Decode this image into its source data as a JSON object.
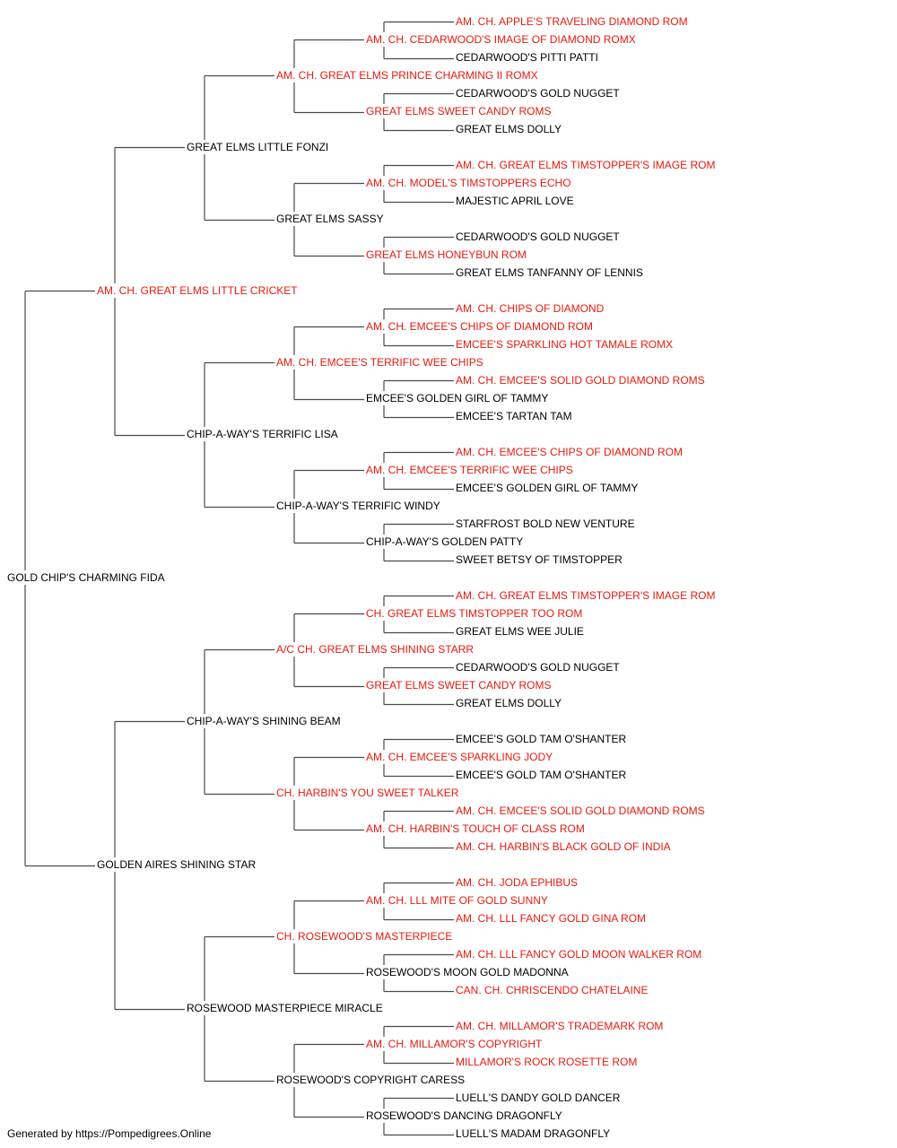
{
  "colors": {
    "champion": "#e8190e",
    "normal": "#000000",
    "line": "#4a4a4a"
  },
  "footer": "Generated by https://Pompedigrees.Online",
  "pedigree": {
    "name": "GOLD CHIP'S CHARMING FIDA",
    "champion": false,
    "sire": {
      "name": "AM. CH. GREAT ELMS LITTLE CRICKET",
      "champion": true,
      "sire": {
        "name": "GREAT ELMS LITTLE FONZI",
        "champion": false,
        "sire": {
          "name": "AM. CH. GREAT ELMS PRINCE CHARMING II ROMX",
          "champion": true,
          "sire": {
            "name": "AM. CH. CEDARWOOD'S IMAGE OF DIAMOND ROMX",
            "champion": true,
            "sire": {
              "name": "AM. CH. APPLE'S TRAVELING DIAMOND ROM",
              "champion": true
            },
            "dam": {
              "name": "CEDARWOOD'S PITTI PATTI",
              "champion": false
            }
          },
          "dam": {
            "name": "GREAT ELMS SWEET CANDY ROMS",
            "champion": true,
            "sire": {
              "name": "CEDARWOOD'S GOLD NUGGET",
              "champion": false
            },
            "dam": {
              "name": "GREAT ELMS DOLLY",
              "champion": false
            }
          }
        },
        "dam": {
          "name": "GREAT ELMS SASSY",
          "champion": false,
          "sire": {
            "name": "AM. CH. MODEL'S TIMSTOPPERS ECHO",
            "champion": true,
            "sire": {
              "name": "AM. CH. GREAT ELMS TIMSTOPPER'S IMAGE ROM",
              "champion": true
            },
            "dam": {
              "name": "MAJESTIC APRIL LOVE",
              "champion": false
            }
          },
          "dam": {
            "name": "GREAT ELMS HONEYBUN ROM",
            "champion": true,
            "sire": {
              "name": "CEDARWOOD'S GOLD NUGGET",
              "champion": false
            },
            "dam": {
              "name": "GREAT ELMS TANFANNY OF LENNIS",
              "champion": false
            }
          }
        }
      },
      "dam": {
        "name": "CHIP-A-WAY'S TERRIFIC LISA",
        "champion": false,
        "sire": {
          "name": "AM. CH. EMCEE'S TERRIFIC WEE CHIPS",
          "champion": true,
          "sire": {
            "name": "AM. CH. EMCEE'S CHIPS OF DIAMOND ROM",
            "champion": true,
            "sire": {
              "name": "AM. CH. CHIPS OF DIAMOND",
              "champion": true
            },
            "dam": {
              "name": "EMCEE'S SPARKLING HOT TAMALE ROMX",
              "champion": true
            }
          },
          "dam": {
            "name": "EMCEE'S GOLDEN GIRL OF TAMMY",
            "champion": false,
            "sire": {
              "name": "AM. CH. EMCEE'S SOLID GOLD DIAMOND ROMS",
              "champion": true
            },
            "dam": {
              "name": "EMCEE'S TARTAN TAM",
              "champion": false
            }
          }
        },
        "dam": {
          "name": "CHIP-A-WAY'S TERRIFIC WINDY",
          "champion": false,
          "sire": {
            "name": "AM. CH. EMCEE'S TERRIFIC WEE CHIPS",
            "champion": true,
            "sire": {
              "name": "AM. CH. EMCEE'S CHIPS OF DIAMOND ROM",
              "champion": true
            },
            "dam": {
              "name": "EMCEE'S GOLDEN GIRL OF TAMMY",
              "champion": false
            }
          },
          "dam": {
            "name": "CHIP-A-WAY'S GOLDEN PATTY",
            "champion": false,
            "sire": {
              "name": "STARFROST BOLD NEW VENTURE",
              "champion": false
            },
            "dam": {
              "name": "SWEET BETSY OF TIMSTOPPER",
              "champion": false
            }
          }
        }
      }
    },
    "dam": {
      "name": "GOLDEN AIRES SHINING STAR",
      "champion": false,
      "sire": {
        "name": "CHIP-A-WAY'S SHINING BEAM",
        "champion": false,
        "sire": {
          "name": "A/C CH. GREAT ELMS SHINING STARR",
          "champion": true,
          "sire": {
            "name": "CH. GREAT ELMS TIMSTOPPER TOO ROM",
            "champion": true,
            "sire": {
              "name": "AM. CH. GREAT ELMS TIMSTOPPER'S IMAGE ROM",
              "champion": true
            },
            "dam": {
              "name": "GREAT ELMS WEE JULIE",
              "champion": false
            }
          },
          "dam": {
            "name": "GREAT ELMS SWEET CANDY ROMS",
            "champion": true,
            "sire": {
              "name": "CEDARWOOD'S GOLD NUGGET",
              "champion": false
            },
            "dam": {
              "name": "GREAT ELMS DOLLY",
              "champion": false
            }
          }
        },
        "dam": {
          "name": "CH. HARBIN'S YOU SWEET TALKER",
          "champion": true,
          "sire": {
            "name": "AM. CH. EMCEE'S SPARKLING JODY",
            "champion": true,
            "sire": {
              "name": "EMCEE'S GOLD TAM O'SHANTER",
              "champion": false
            },
            "dam": {
              "name": "EMCEE'S GOLD TAM O'SHANTER",
              "champion": false
            }
          },
          "dam": {
            "name": "AM. CH. HARBIN'S TOUCH OF CLASS ROM",
            "champion": true,
            "sire": {
              "name": "AM. CH. EMCEE'S SOLID GOLD DIAMOND ROMS",
              "champion": true
            },
            "dam": {
              "name": "AM. CH. HARBIN'S BLACK GOLD OF INDIA",
              "champion": true
            }
          }
        }
      },
      "dam": {
        "name": "ROSEWOOD MASTERPIECE MIRACLE",
        "champion": false,
        "sire": {
          "name": "CH. ROSEWOOD'S MASTERPIECE",
          "champion": true,
          "sire": {
            "name": "AM. CH. LLL MITE OF GOLD SUNNY",
            "champion": true,
            "sire": {
              "name": "AM. CH. JODA EPHIBUS",
              "champion": true
            },
            "dam": {
              "name": "AM. CH. LLL FANCY GOLD GINA ROM",
              "champion": true
            }
          },
          "dam": {
            "name": "ROSEWOOD'S MOON GOLD MADONNA",
            "champion": false,
            "sire": {
              "name": "AM. CH. LLL FANCY GOLD MOON WALKER ROM",
              "champion": true
            },
            "dam": {
              "name": "CAN. CH. CHRISCENDO CHATELAINE",
              "champion": true
            }
          }
        },
        "dam": {
          "name": "ROSEWOOD'S COPYRIGHT CARESS",
          "champion": false,
          "sire": {
            "name": "AM. CH. MILLAMOR'S COPYRIGHT",
            "champion": true,
            "sire": {
              "name": "AM. CH. MILLAMOR'S TRADEMARK ROM",
              "champion": true
            },
            "dam": {
              "name": "MILLAMOR'S ROCK ROSETTE ROM",
              "champion": true
            }
          },
          "dam": {
            "name": "ROSEWOOD'S DANCING DRAGONFLY",
            "champion": false,
            "sire": {
              "name": "LUELL'S DANDY GOLD DANCER",
              "champion": false
            },
            "dam": {
              "name": "LUELL'S MADAM DRAGONFLY",
              "champion": false
            }
          }
        }
      }
    }
  }
}
